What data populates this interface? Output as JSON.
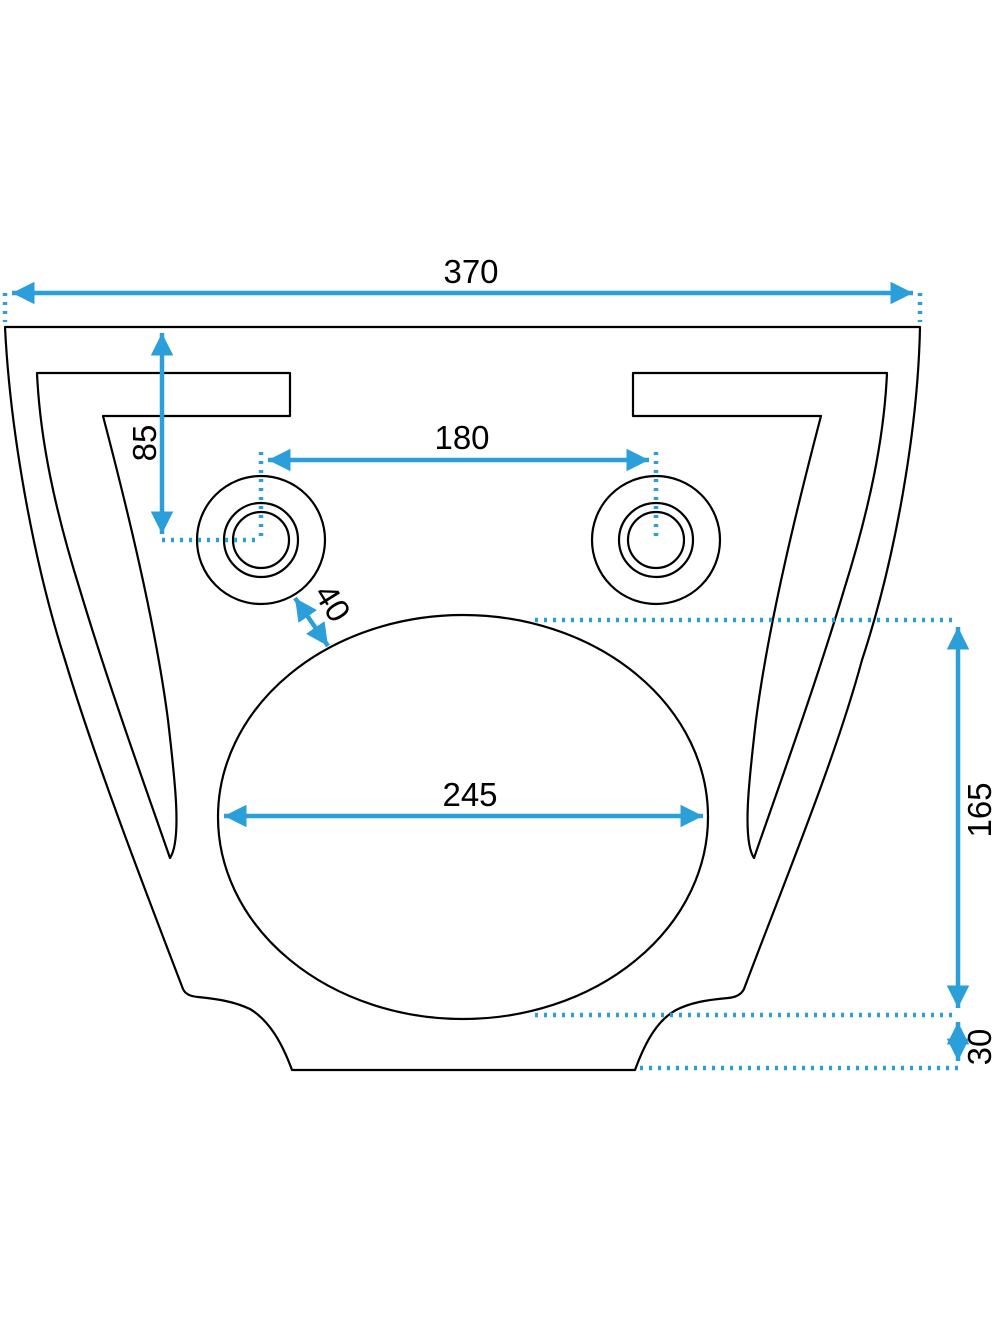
{
  "colors": {
    "outline": "#000000",
    "dimension": "#2b9fd9",
    "background": "#ffffff"
  },
  "dimensions": {
    "overall_width": "370",
    "bolt_spacing": "180",
    "bolt_offset_from_top": "85",
    "bolt_to_bowl_gap": "40",
    "bowl_width": "245",
    "bowl_length": "165",
    "bowl_to_front_edge": "30"
  }
}
